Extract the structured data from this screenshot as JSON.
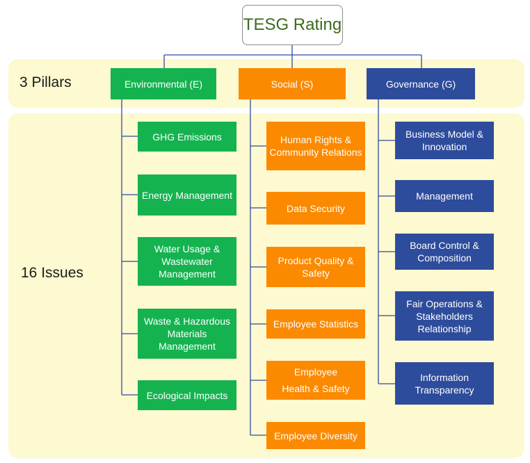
{
  "title": "TESG Rating",
  "bands": {
    "pillars_label": "3 Pillars",
    "issues_label": "16 Issues"
  },
  "colors": {
    "environmental": "#14b350",
    "social": "#fb8a00",
    "governance": "#2e4c9c",
    "band": "#fdf9d0",
    "title_text": "#3e6b1c"
  },
  "pillars": [
    {
      "name": "Environmental (E)",
      "issues": [
        "GHG Emissions",
        "Energy Management",
        "Water Usage & Wastewater Management",
        "Waste & Hazardous Materials Management",
        "Ecological Impacts"
      ]
    },
    {
      "name": "Social (S)",
      "issues": [
        "Human Rights & Community Relations",
        "Data Security",
        "Product Quality & Safety",
        "Employee Statistics",
        "Employee Health & Safety",
        "Employee Diversity"
      ]
    },
    {
      "name": "Governance (G)",
      "issues": [
        "Business Model & Innovation",
        "Management",
        "Board Control & Composition",
        "Fair Operations & Stakeholders Relationship",
        "Information Transparency"
      ]
    }
  ]
}
